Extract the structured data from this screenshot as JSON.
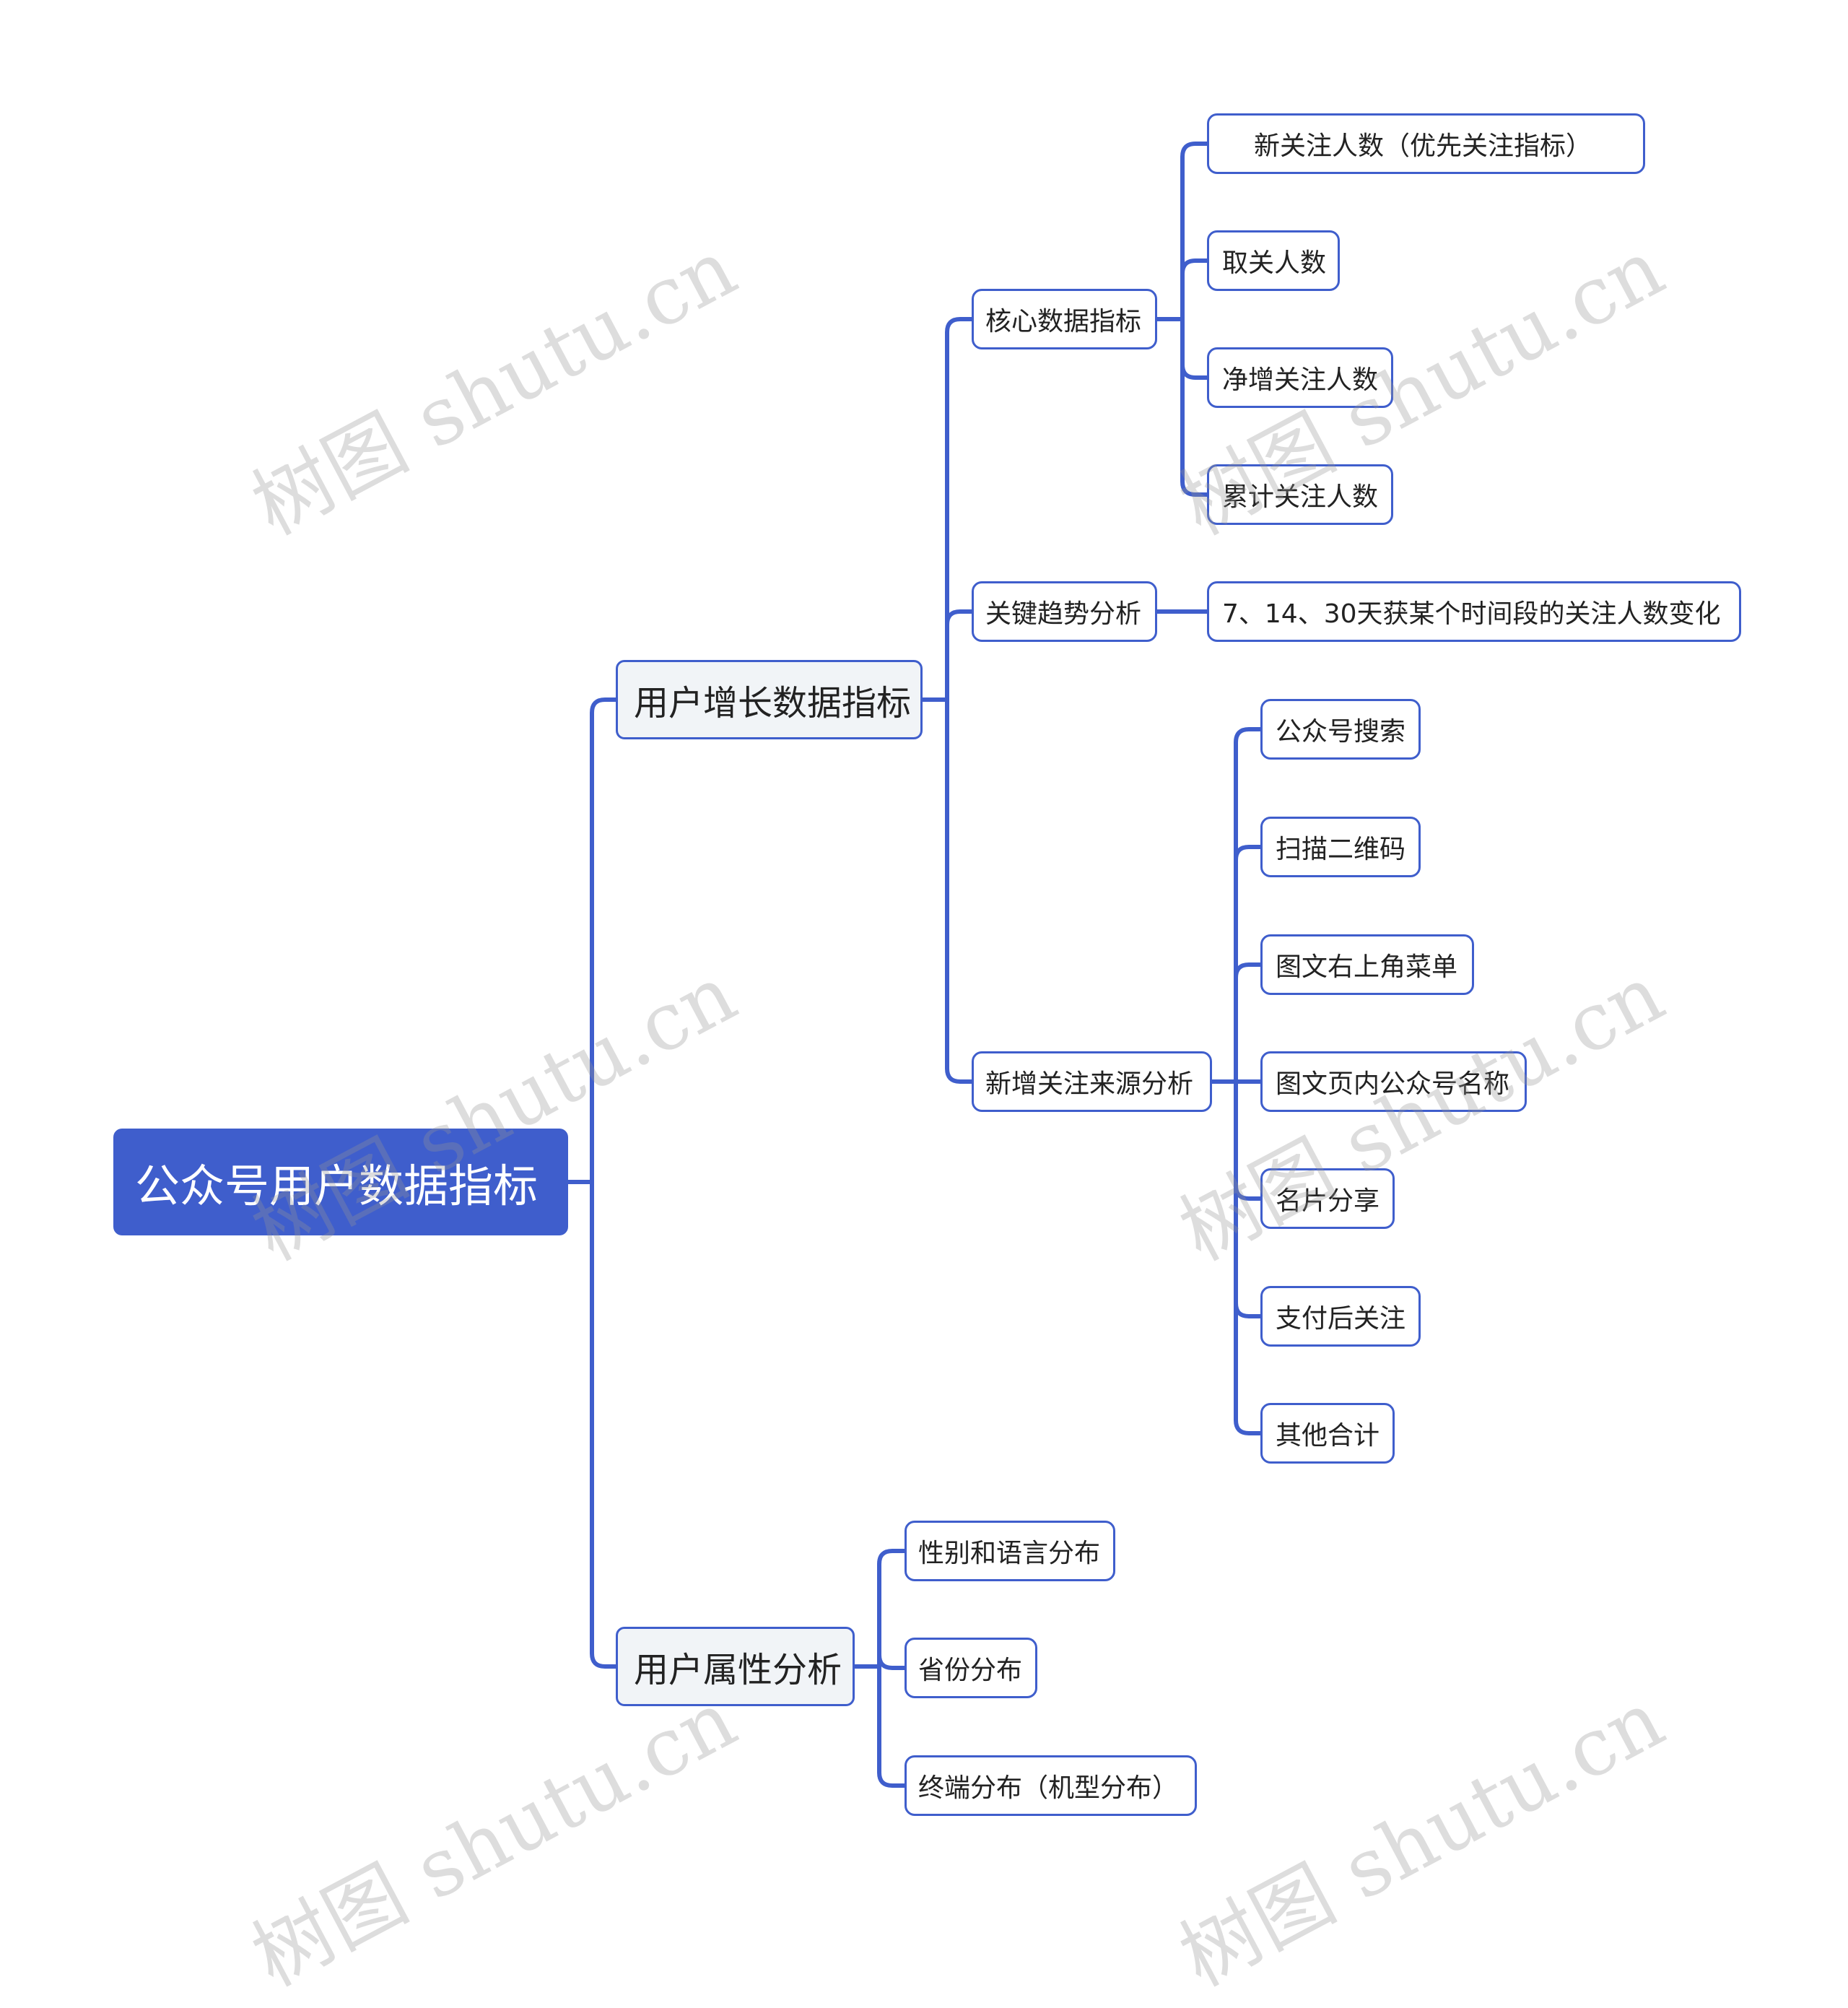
{
  "root": {
    "label": "公众号用户数据指标"
  },
  "branches": [
    {
      "label": "用户增长数据指标",
      "children": [
        {
          "label": "核心数据指标",
          "children": [
            "新关注人数（优先关注指标）",
            "取关人数",
            "净增关注人数",
            "累计关注人数"
          ]
        },
        {
          "label": "关键趋势分析",
          "children": [
            "7、14、30天获某个时间段的关注人数变化"
          ]
        },
        {
          "label": "新增关注来源分析",
          "children": [
            "公众号搜索",
            "扫描二维码",
            "图文右上角菜单",
            "图文页内公众号名称",
            "名片分享",
            "支付后关注",
            "其他合计"
          ]
        }
      ]
    },
    {
      "label": "用户属性分析",
      "children": [
        {
          "label": "性别和语言分布"
        },
        {
          "label": "省份分布"
        },
        {
          "label": "终端分布（机型分布）"
        }
      ]
    }
  ],
  "watermark": "树图 shutu.cn",
  "colors": {
    "accent": "#3f5ecc",
    "branch_fill": "#f1f4f7",
    "text": "#222222"
  }
}
